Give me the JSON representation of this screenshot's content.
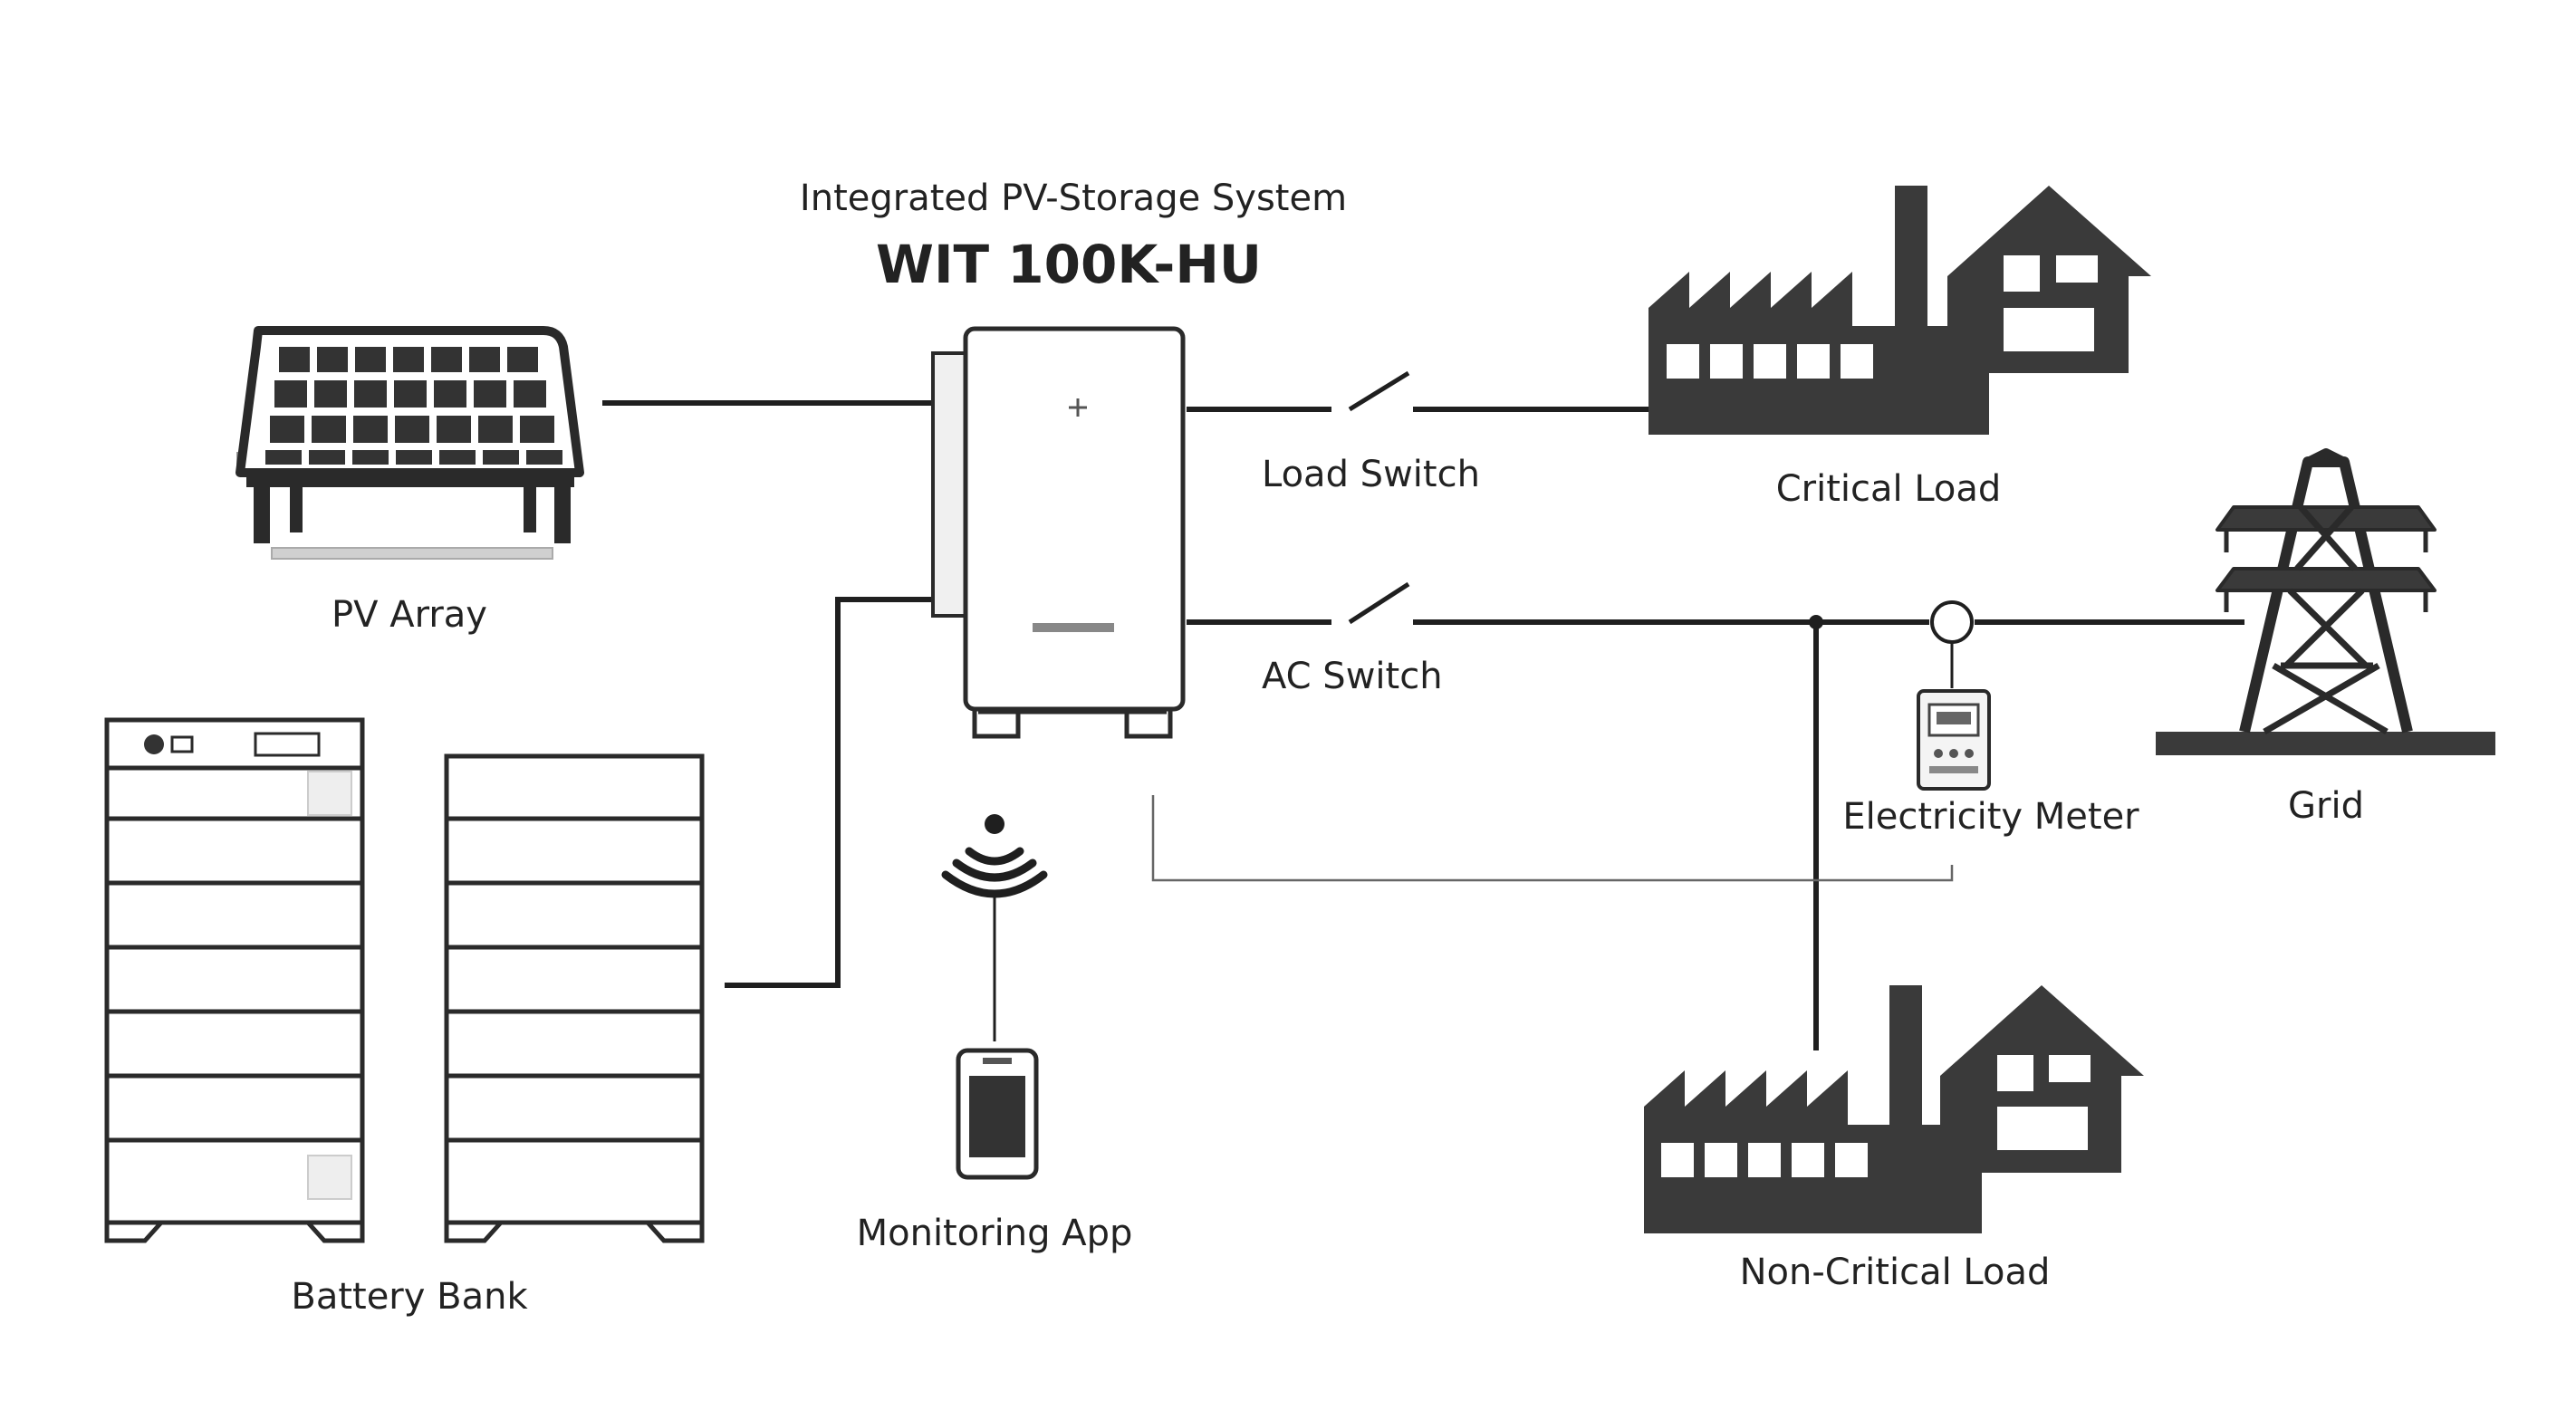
{
  "header": {
    "subtitle": "Integrated PV-Storage System",
    "model": "WIT 100K-HU"
  },
  "components": {
    "pv_array": "PV Array",
    "battery_bank": "Battery Bank",
    "monitoring_app": "Monitoring App",
    "load_switch": "Load Switch",
    "ac_switch": "AC Switch",
    "critical_load": "Critical Load",
    "non_critical_load": "Non-Critical Load",
    "electricity_meter": "Electricity Meter",
    "grid": "Grid"
  },
  "colors": {
    "line": "#1f1f1f",
    "building": "#3a3a3a",
    "outline": "#2a2a2a",
    "fill_light": "#f2f2f2"
  }
}
